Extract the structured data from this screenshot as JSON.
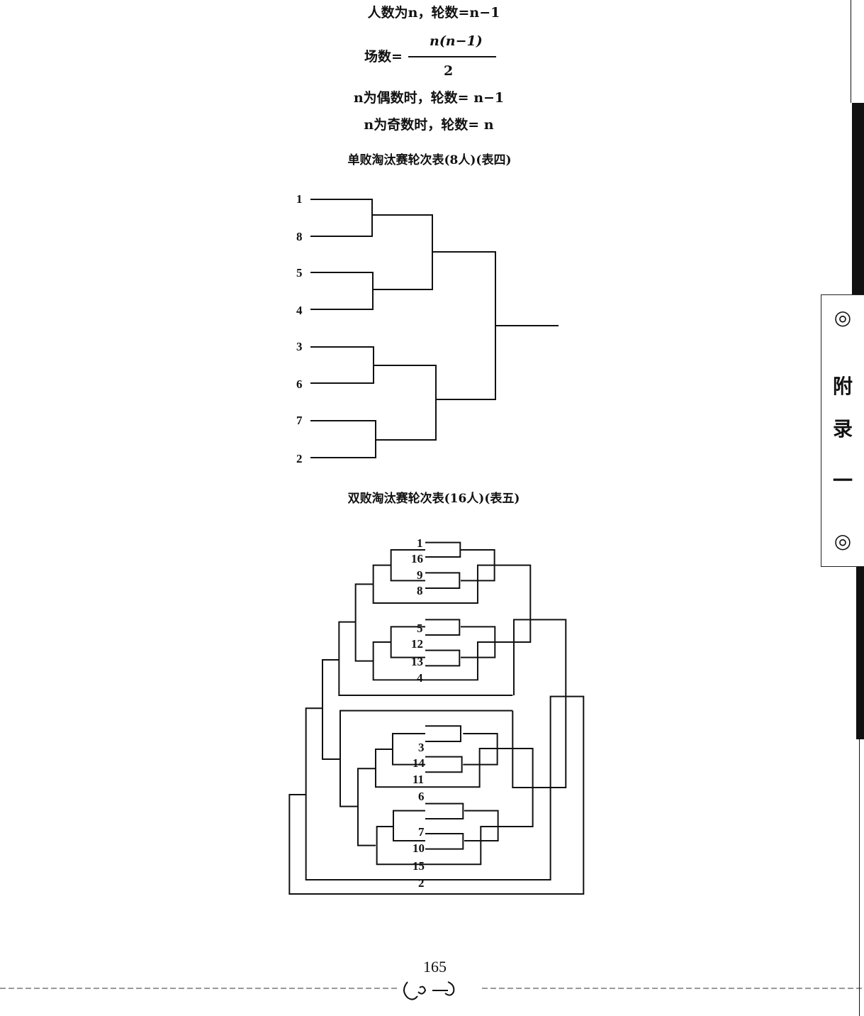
{
  "formulas": {
    "line1": "人数为n，轮数=n−1",
    "matches_label": "场数=",
    "numerator": "n(n−1)",
    "denominator": "2",
    "line3": "n为偶数时，轮数= n−1",
    "line4": "n为奇数时，轮数= n"
  },
  "single_elim": {
    "title": "单败淘汰赛轮次表(8人)(表四)",
    "seeds": [
      "1",
      "8",
      "5",
      "4",
      "3",
      "6",
      "7",
      "2"
    ]
  },
  "double_elim": {
    "title": "双败淘汰赛轮次表(16人)(表五)",
    "seeds": [
      "1",
      "16",
      "9",
      "8",
      "5",
      "12",
      "13",
      "4",
      "3",
      "14",
      "11",
      "6",
      "7",
      "10",
      "15",
      "2"
    ]
  },
  "side_tab": {
    "mark_top": "◎",
    "chars": [
      "附",
      "录",
      "一"
    ],
    "mark_bottom": "◎"
  },
  "page_number": "165"
}
